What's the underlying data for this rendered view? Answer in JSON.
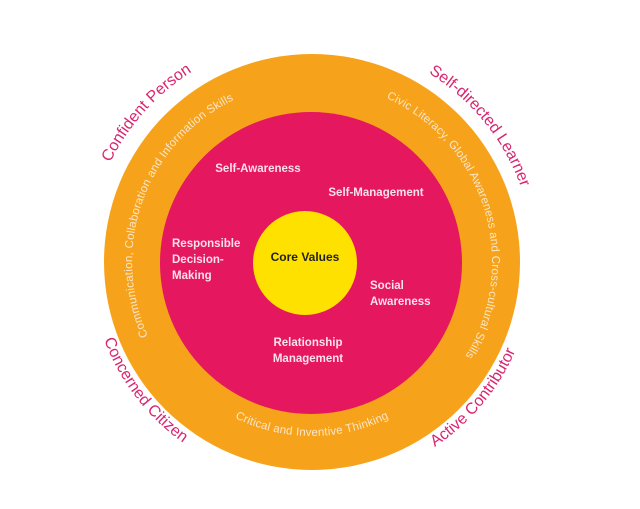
{
  "colors": {
    "outer_ring": "#F7A21B",
    "middle_ring": "#E5175F",
    "core": "#FFE100",
    "outer_label": "#D9256F"
  },
  "core": {
    "label": "Core Values"
  },
  "middle_ring": {
    "self_awareness": "Self-Awareness",
    "self_management": "Self-Management",
    "responsible_decision_making": [
      "Responsible",
      "Decision-",
      "Making"
    ],
    "social_awareness": [
      "Social",
      "Awareness"
    ],
    "relationship_management": [
      "Relationship",
      "Management"
    ]
  },
  "outer_ring": {
    "left": "Communication, Collaboration and Information Skills",
    "right": "Civic Literacy, Global Awareness and Cross-cultural Skills",
    "bottom": "Critical and Inventive Thinking"
  },
  "outcomes": {
    "top_left": "Confident Person",
    "top_right": "Self-directed Learner",
    "bottom_left": "Concerned Citizen",
    "bottom_right": "Active Contributor"
  }
}
